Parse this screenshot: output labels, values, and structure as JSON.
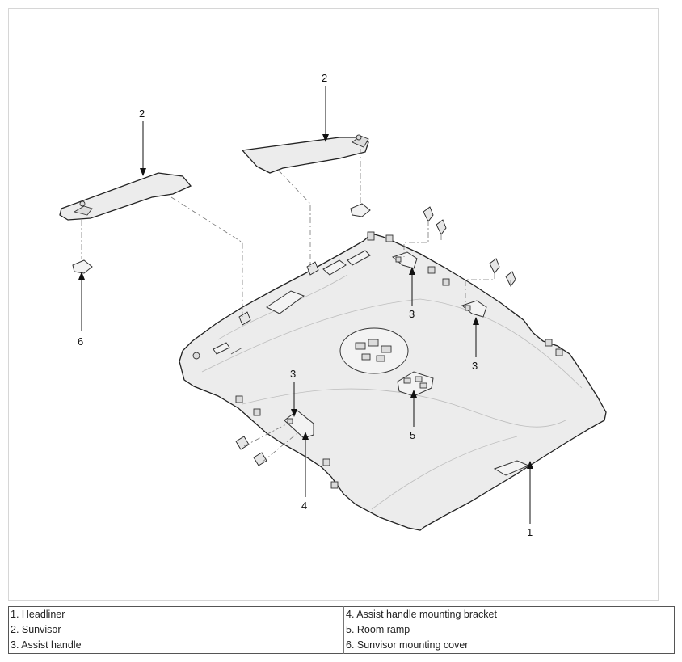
{
  "callouts": {
    "c1": "1",
    "c2a": "2",
    "c2b": "2",
    "c3a": "3",
    "c3b": "3",
    "c3c": "3",
    "c4": "4",
    "c5": "5",
    "c6": "6"
  },
  "legend": {
    "rows": [
      {
        "left": "1. Headliner",
        "right": "4. Assist handle mounting bracket"
      },
      {
        "left": "2. Sunvisor",
        "right": "5. Room ramp"
      },
      {
        "left": "3. Assist handle",
        "right": "6. Sunvisor mounting cover"
      }
    ]
  }
}
